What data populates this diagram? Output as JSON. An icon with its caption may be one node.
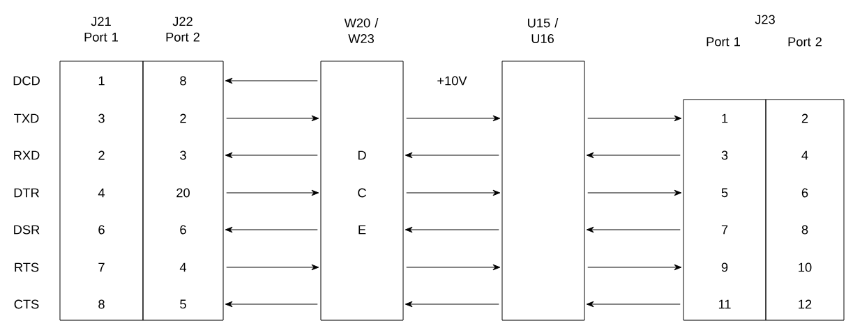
{
  "diagram": {
    "nodes": [
      {
        "text": [
          "J21 Port 1",
          "1",
          "3",
          "2",
          "4",
          "6",
          "7",
          "8"
        ]
      },
      {
        "text": [
          "J22 Port 2",
          "8",
          "2",
          "3",
          "20",
          "6",
          "4",
          "5"
        ]
      },
      {
        "text": [
          "W20 / W23",
          "D",
          "C",
          "E"
        ]
      },
      {
        "text": [
          "U15 / U16"
        ]
      },
      {
        "text": [
          "Port 1",
          "1",
          "3",
          "5",
          "7",
          "9",
          "11"
        ]
      },
      {
        "text": [
          "Port 2",
          "2",
          "4",
          "6",
          "8",
          "10",
          "12"
        ]
      }
    ],
    "edges": [
      {
        "from": 2,
        "to": 1,
        "arrow": "to"
      },
      {
        "from": 1,
        "to": 2,
        "arrow": "to"
      },
      {
        "from": 2,
        "to": 1,
        "arrow": "to"
      },
      {
        "from": 1,
        "to": 2,
        "arrow": "to"
      },
      {
        "from": 2,
        "to": 1,
        "arrow": "to"
      },
      {
        "from": 1,
        "to": 2,
        "arrow": "to"
      },
      {
        "from": 2,
        "to": 1,
        "arrow": "to"
      },
      {
        "from": 2,
        "to": 3,
        "arrow": "to"
      },
      {
        "from": 3,
        "to": 2,
        "arrow": "to"
      },
      {
        "from": 2,
        "to": 3,
        "arrow": "to"
      },
      {
        "from": 3,
        "to": 2,
        "arrow": "to"
      },
      {
        "from": 2,
        "to": 3,
        "arrow": "to"
      },
      {
        "from": 3,
        "to": 2,
        "arrow": "to"
      },
      {
        "from": 3,
        "to": 4,
        "arrow": "to"
      },
      {
        "from": 4,
        "to": 3,
        "arrow": "to"
      },
      {
        "from": 3,
        "to": 4,
        "arrow": "to"
      },
      {
        "from": 4,
        "to": 3,
        "arrow": "to"
      },
      {
        "from": 3,
        "to": 4,
        "arrow": "to"
      },
      {
        "from": 4,
        "to": 3,
        "arrow": "to"
      }
    ],
    "labels": [
      "J23",
      "DCD",
      "TXD",
      "RXD",
      "DTR",
      "DSR",
      "RTS",
      "CTS",
      "+10V"
    ]
  }
}
